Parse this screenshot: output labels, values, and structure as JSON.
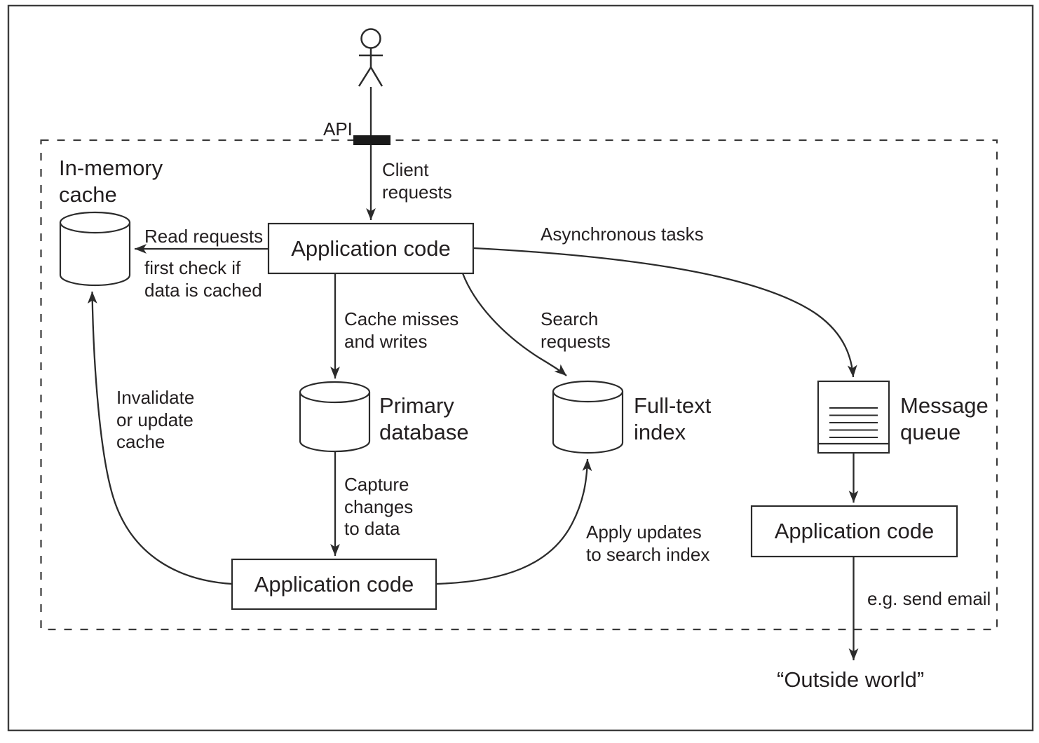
{
  "colors": {
    "ink": "#2b2b2b",
    "text": "#231f20",
    "background": "#ffffff"
  },
  "nodes": {
    "user_icon": "stick-figure-user",
    "api_label": "API",
    "in_memory_cache": "In-memory\ncache",
    "app_code_top": "Application code",
    "app_code_bottom": "Application code",
    "app_code_right": "Application code",
    "primary_database": "Primary\ndatabase",
    "full_text_index": "Full-text\nindex",
    "message_queue": "Message\nqueue",
    "outside_world": "“Outside world”"
  },
  "edges": {
    "client_requests": "Client\nrequests",
    "read_requests": "Read requests",
    "read_requests_note": "first check if\ndata is cached",
    "asynchronous_tasks": "Asynchronous tasks",
    "cache_misses": "Cache misses\nand writes",
    "search_requests": "Search\nrequests",
    "capture_changes": "Capture\nchanges\nto data",
    "apply_updates": "Apply updates\nto search index",
    "invalidate_cache": "Invalidate\nor update\ncache",
    "send_email": "e.g. send email"
  }
}
